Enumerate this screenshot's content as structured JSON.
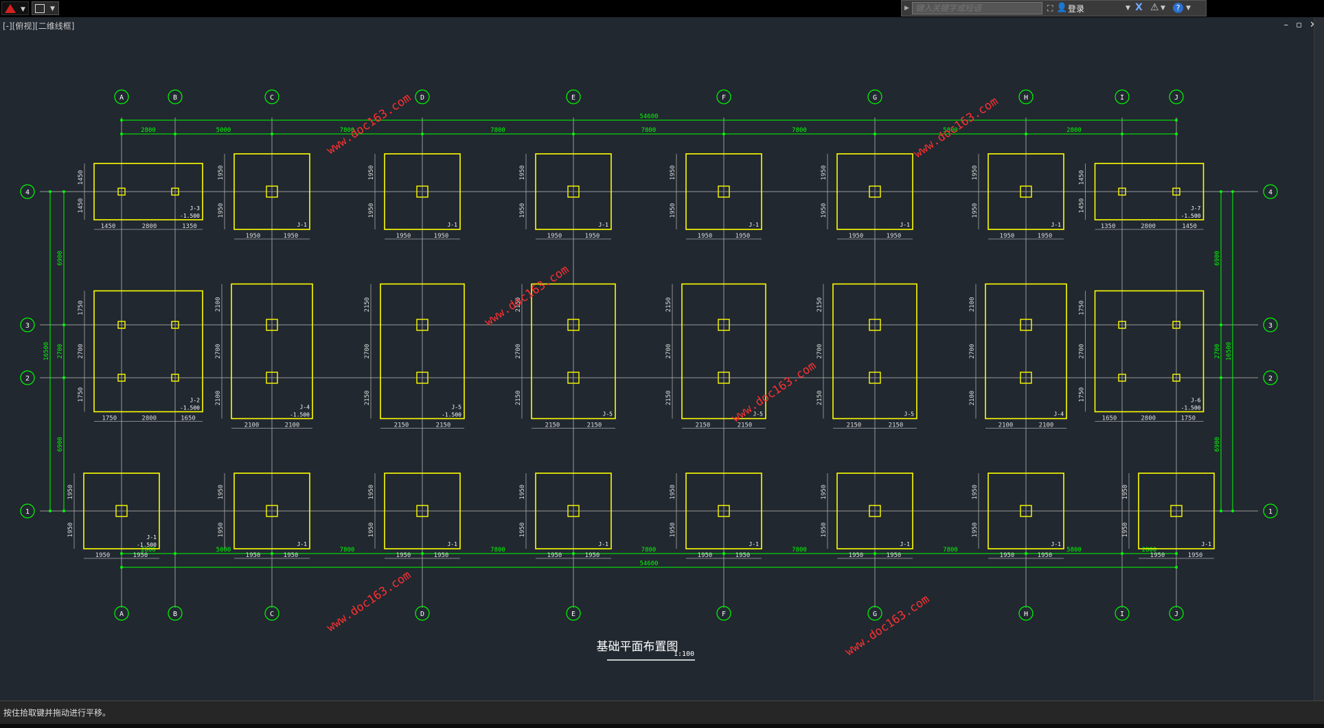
{
  "toolbar": {
    "search_placeholder": "键入关键字或短语",
    "login_label": "登录"
  },
  "viewport_label": "[-][俯视][二维线框]",
  "window_controls": [
    "–",
    "▫",
    "✕"
  ],
  "status_text": "按住拾取键并拖动进行平移。",
  "colors": {
    "grid": "#00ff00",
    "footing": "#ffff00",
    "axis_line": "#9a9a9a",
    "text": "#ffffff",
    "background": "#212830",
    "watermark": "#ff3030"
  },
  "drawing": {
    "title": "基础平面布置图",
    "scale": "1:100",
    "axis_letters": [
      "A",
      "B",
      "C",
      "D",
      "E",
      "F",
      "G",
      "H",
      "I",
      "J"
    ],
    "axis_numbers": [
      "4",
      "3",
      "2",
      "1"
    ],
    "total_dim": "54600",
    "top_dims": [
      "2800",
      "5000",
      "7800",
      "7800",
      "7800",
      "7800",
      "5800",
      "2800"
    ],
    "bottom_dims": [
      "2800",
      "5000",
      "7800",
      "7800",
      "7800",
      "7800",
      "7800",
      "5800",
      "2800"
    ],
    "left_total": "16500",
    "left_dims": [
      "6900",
      "2700",
      "6900"
    ],
    "right_total": "16500",
    "right_dims": [
      "6900",
      "2700",
      "6900"
    ],
    "footings": [
      {
        "row": "top",
        "col": "A-B",
        "label": "J-3",
        "elev": "-1.500",
        "w_dims": [
          "1450",
          "2800",
          "1350"
        ],
        "h_dims": [
          "1450",
          "1450"
        ]
      },
      {
        "row": "top",
        "col": "C",
        "label": "J-1",
        "w_dims": [
          "1950",
          "1950"
        ],
        "h_dims": [
          "1950",
          "1950"
        ]
      },
      {
        "row": "top",
        "col": "D",
        "label": "J-1",
        "w_dims": [
          "1950",
          "1950"
        ],
        "h_dims": [
          "1950",
          "1950"
        ]
      },
      {
        "row": "top",
        "col": "E",
        "label": "J-1",
        "w_dims": [
          "1950",
          "1950"
        ],
        "h_dims": [
          "1950",
          "1950"
        ]
      },
      {
        "row": "top",
        "col": "F",
        "label": "J-1",
        "w_dims": [
          "1950",
          "1950"
        ],
        "h_dims": [
          "1950",
          "1950"
        ]
      },
      {
        "row": "top",
        "col": "G",
        "label": "J-1",
        "w_dims": [
          "1950",
          "1950"
        ],
        "h_dims": [
          "1950",
          "1950"
        ]
      },
      {
        "row": "top",
        "col": "H",
        "label": "J-1",
        "w_dims": [
          "1950",
          "1950"
        ],
        "h_dims": [
          "1950",
          "1950"
        ]
      },
      {
        "row": "top",
        "col": "I-J",
        "label": "J-7",
        "elev": "-1.500",
        "w_dims": [
          "1350",
          "2800",
          "1450"
        ],
        "h_dims": [
          "1450",
          "1450"
        ]
      },
      {
        "row": "mid",
        "col": "A-B",
        "label": "J-2",
        "elev": "-1.500",
        "w_dims": [
          "1750",
          "2800",
          "1650"
        ],
        "h_dims": [
          "1750",
          "2700",
          "1750"
        ]
      },
      {
        "row": "mid",
        "col": "C",
        "label": "J-4",
        "elev": "-1.500",
        "w_dims": [
          "2100",
          "2100"
        ],
        "h_dims": [
          "2100",
          "2700",
          "2100"
        ]
      },
      {
        "row": "mid",
        "col": "D",
        "label": "J-5",
        "elev": "-1.500",
        "w_dims": [
          "2150",
          "2150"
        ],
        "h_dims": [
          "2150",
          "2700",
          "2150"
        ]
      },
      {
        "row": "mid",
        "col": "E",
        "label": "J-5",
        "w_dims": [
          "2150",
          "2150"
        ],
        "h_dims": [
          "2150",
          "2700",
          "2150"
        ]
      },
      {
        "row": "mid",
        "col": "F",
        "label": "J-5",
        "w_dims": [
          "2150",
          "2150"
        ],
        "h_dims": [
          "2150",
          "2700",
          "2150"
        ]
      },
      {
        "row": "mid",
        "col": "G",
        "label": "J-5",
        "w_dims": [
          "2150",
          "2150"
        ],
        "h_dims": [
          "2150",
          "2700",
          "2150"
        ]
      },
      {
        "row": "mid",
        "col": "H",
        "label": "J-4",
        "w_dims": [
          "2100",
          "2100"
        ],
        "h_dims": [
          "2100",
          "2700",
          "2100"
        ]
      },
      {
        "row": "mid",
        "col": "I-J",
        "label": "J-6",
        "elev": "-1.500",
        "w_dims": [
          "1650",
          "2800",
          "1750"
        ],
        "h_dims": [
          "1750",
          "2700",
          "1750"
        ]
      },
      {
        "row": "bot",
        "col": "A",
        "label": "J-1",
        "elev": "-1.500",
        "w_dims": [
          "1950",
          "1950"
        ],
        "h_dims": [
          "1950",
          "1950"
        ]
      },
      {
        "row": "bot",
        "col": "C",
        "label": "J-1",
        "w_dims": [
          "1950",
          "1950"
        ],
        "h_dims": [
          "1950",
          "1950"
        ]
      },
      {
        "row": "bot",
        "col": "D",
        "label": "J-1",
        "w_dims": [
          "1950",
          "1950"
        ],
        "h_dims": [
          "1950",
          "1950"
        ]
      },
      {
        "row": "bot",
        "col": "E",
        "label": "J-1",
        "w_dims": [
          "1950",
          "1950"
        ],
        "h_dims": [
          "1950",
          "1950"
        ]
      },
      {
        "row": "bot",
        "col": "F",
        "label": "J-1",
        "w_dims": [
          "1950",
          "1950"
        ],
        "h_dims": [
          "1950",
          "1950"
        ]
      },
      {
        "row": "bot",
        "col": "G",
        "label": "J-1",
        "w_dims": [
          "1950",
          "1950"
        ],
        "h_dims": [
          "1950",
          "1950"
        ]
      },
      {
        "row": "bot",
        "col": "H",
        "label": "J-1",
        "w_dims": [
          "1950",
          "1950"
        ],
        "h_dims": [
          "1950",
          "1950"
        ]
      },
      {
        "row": "bot",
        "col": "J",
        "label": "J-1",
        "w_dims": [
          "1950",
          "1950"
        ],
        "h_dims": [
          "1950",
          "1950"
        ]
      }
    ],
    "watermarks": [
      "www.doc163.com",
      "www.doc163.com",
      "www.doc163.com",
      "www.doc163.com",
      "www.doc163.com",
      "www.doc163.com"
    ]
  }
}
